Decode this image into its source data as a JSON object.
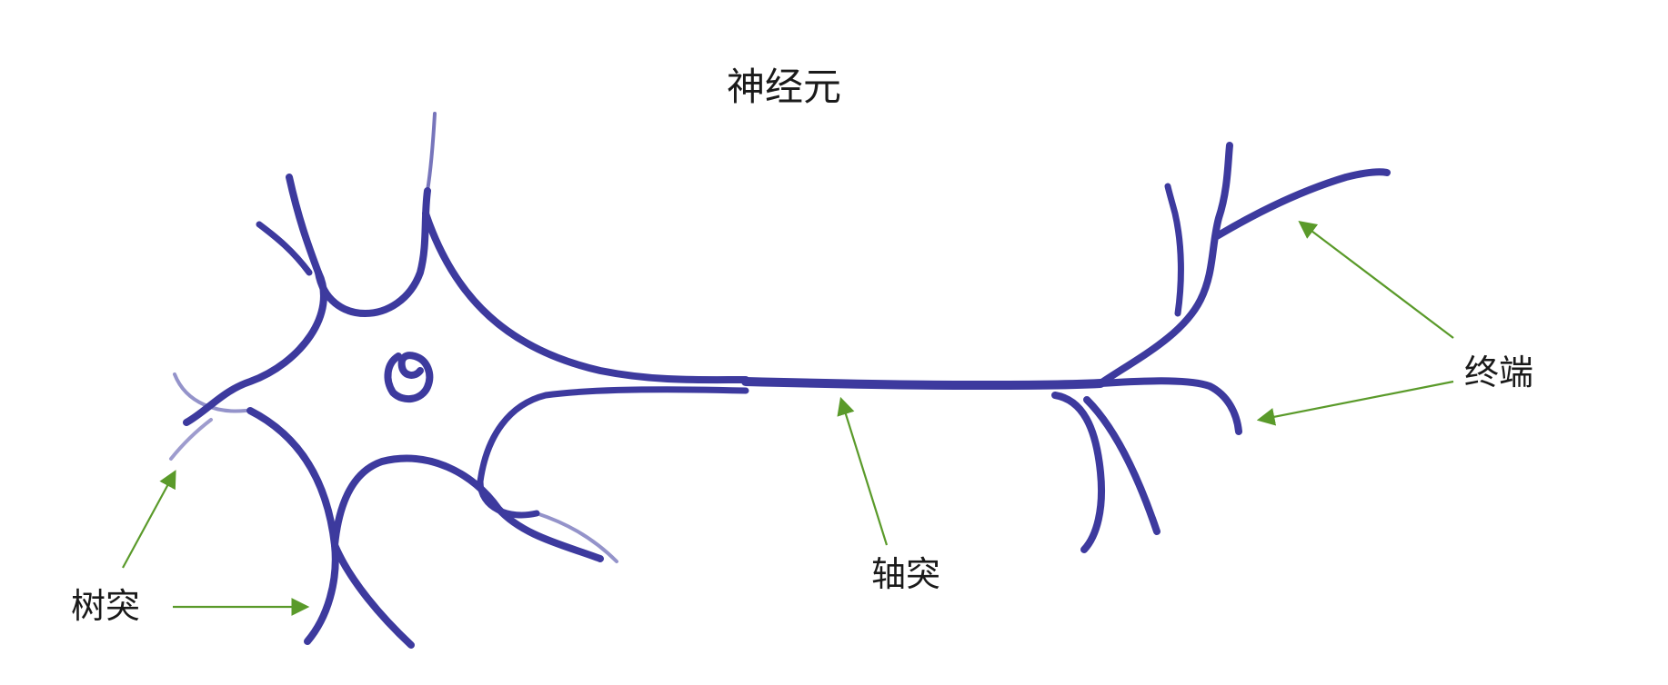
{
  "diagram": {
    "title": "神经元",
    "labels": {
      "dendrite": "树突",
      "axon": "轴突",
      "terminal": "终端"
    },
    "colors": {
      "neuron": "#3d3a9e",
      "arrow": "#5a9a2a",
      "background": "#ffffff",
      "text": "#1a1a1a"
    }
  }
}
